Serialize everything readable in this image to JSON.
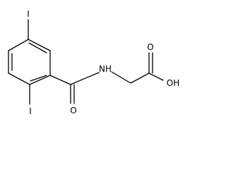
{
  "molecule": {
    "atoms": {
      "iodine_top": "I",
      "iodine_bottom": "I",
      "amide_oxygen": "O",
      "amide_nitrogen": "NH",
      "carboxyl_oxygen": "O",
      "hydroxyl": "OH"
    }
  },
  "colors": {
    "bond": "#000000",
    "text": "#000000",
    "background": "#ffffff"
  }
}
